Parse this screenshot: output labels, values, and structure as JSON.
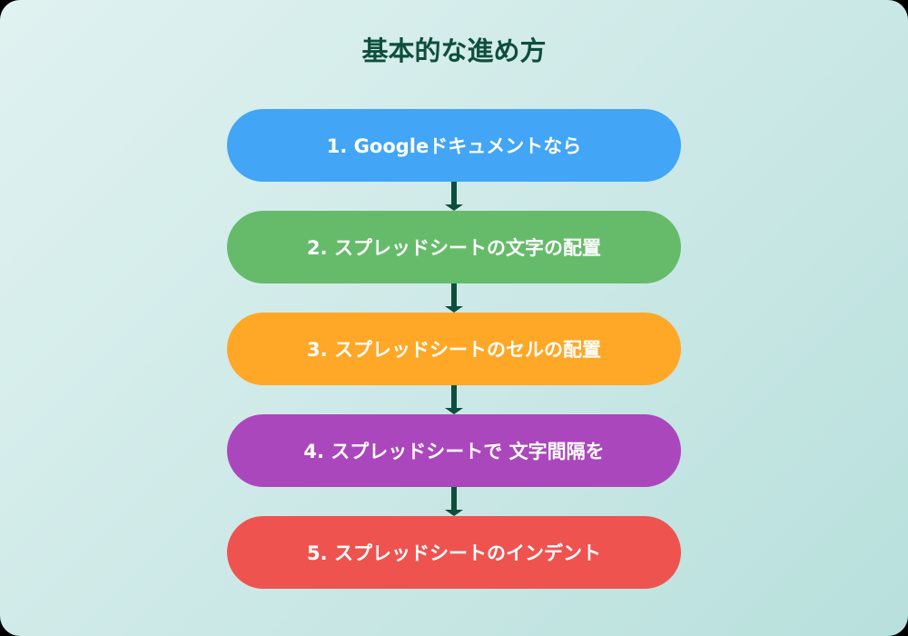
{
  "title": "基本的な進め方",
  "colors": {
    "title": "#0d4f3c",
    "arrow": "#0d4f3c",
    "background_start": "#e0f2f1",
    "background_end": "#b8e0dc"
  },
  "steps": [
    {
      "label": "1. Googleドキュメントなら",
      "color": "#42a5f5"
    },
    {
      "label": "2. スプレッドシートの文字の配置",
      "color": "#66bb6a"
    },
    {
      "label": "3. スプレッドシートのセルの配置",
      "color": "#ffa726"
    },
    {
      "label": "4. スプレッドシートで 文字間隔を",
      "color": "#ab47bc"
    },
    {
      "label": "5. スプレッドシートのインデント",
      "color": "#ef5350"
    }
  ]
}
